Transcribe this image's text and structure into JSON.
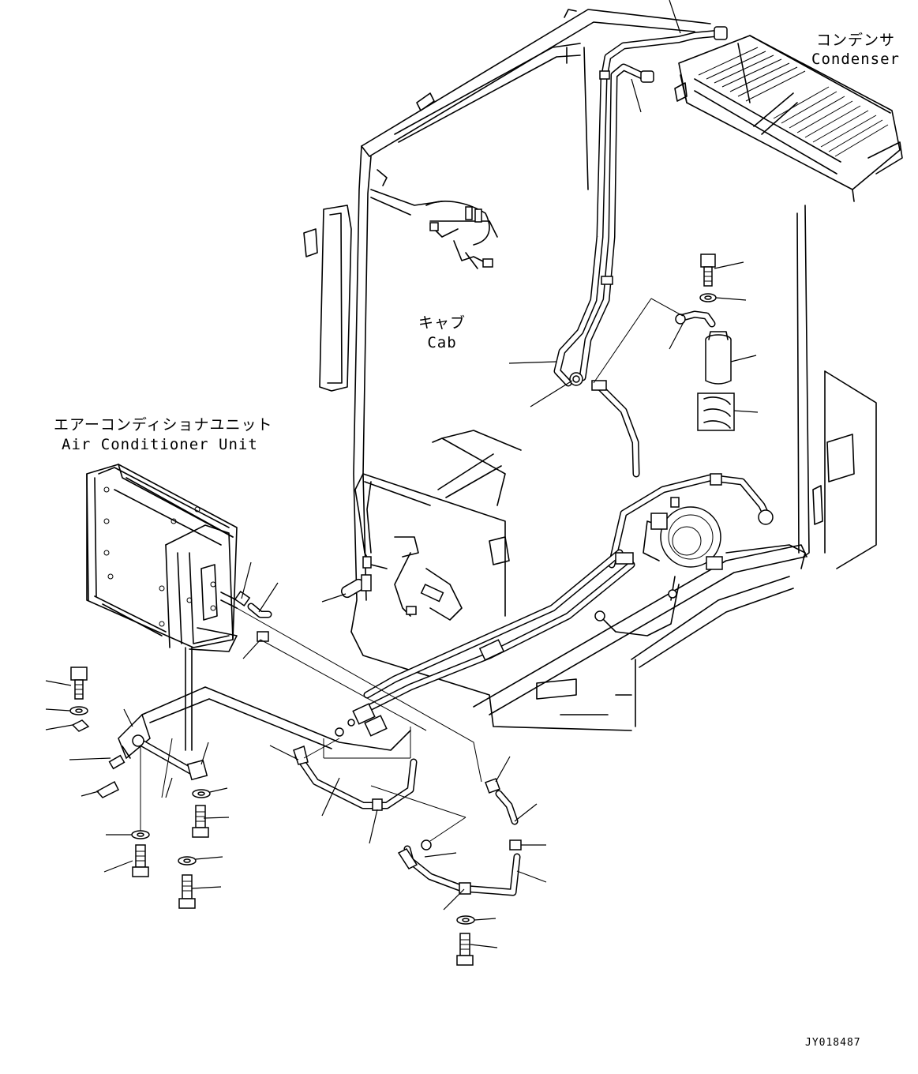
{
  "labels": {
    "condenser_jp": "コンデンサ",
    "condenser_en": "Condenser",
    "cab_jp": "キャブ",
    "cab_en": "Cab",
    "ac_unit_jp": "エアーコンディショナユニット",
    "ac_unit_en": "Air Conditioner Unit"
  },
  "drawing_code": "JY018487"
}
